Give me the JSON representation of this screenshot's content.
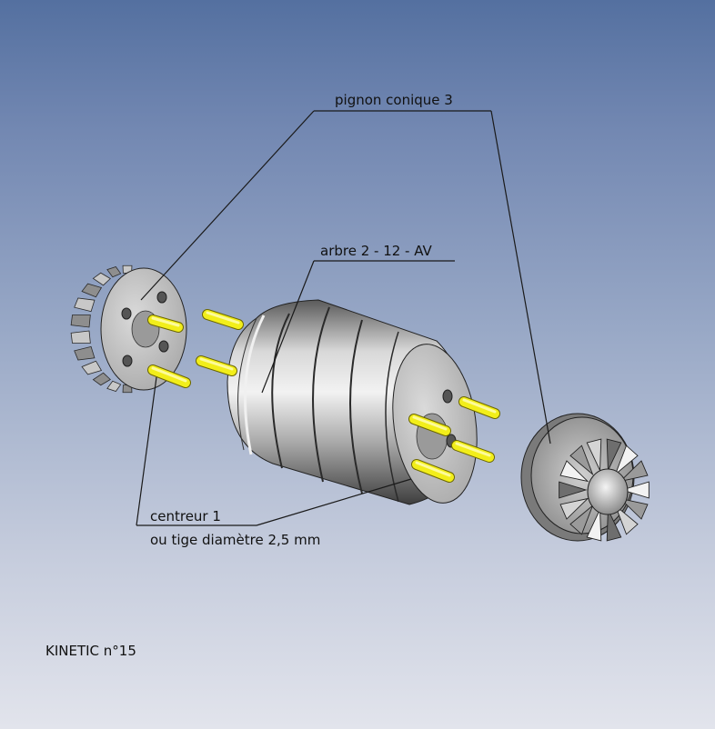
{
  "labels": {
    "pignon": "pignon conique 3",
    "arbre": "arbre 2 - 12 - AV",
    "centreur_line1": "centreur 1",
    "centreur_line2": "ou tige diamètre 2,5 mm"
  },
  "footer": {
    "title": "KINETIC n°15"
  },
  "colors": {
    "pin": "#f2ee1a",
    "metal_dark": "#3c3c3c",
    "metal_light": "#e8e8e8",
    "leader": "#1a1a1a"
  }
}
